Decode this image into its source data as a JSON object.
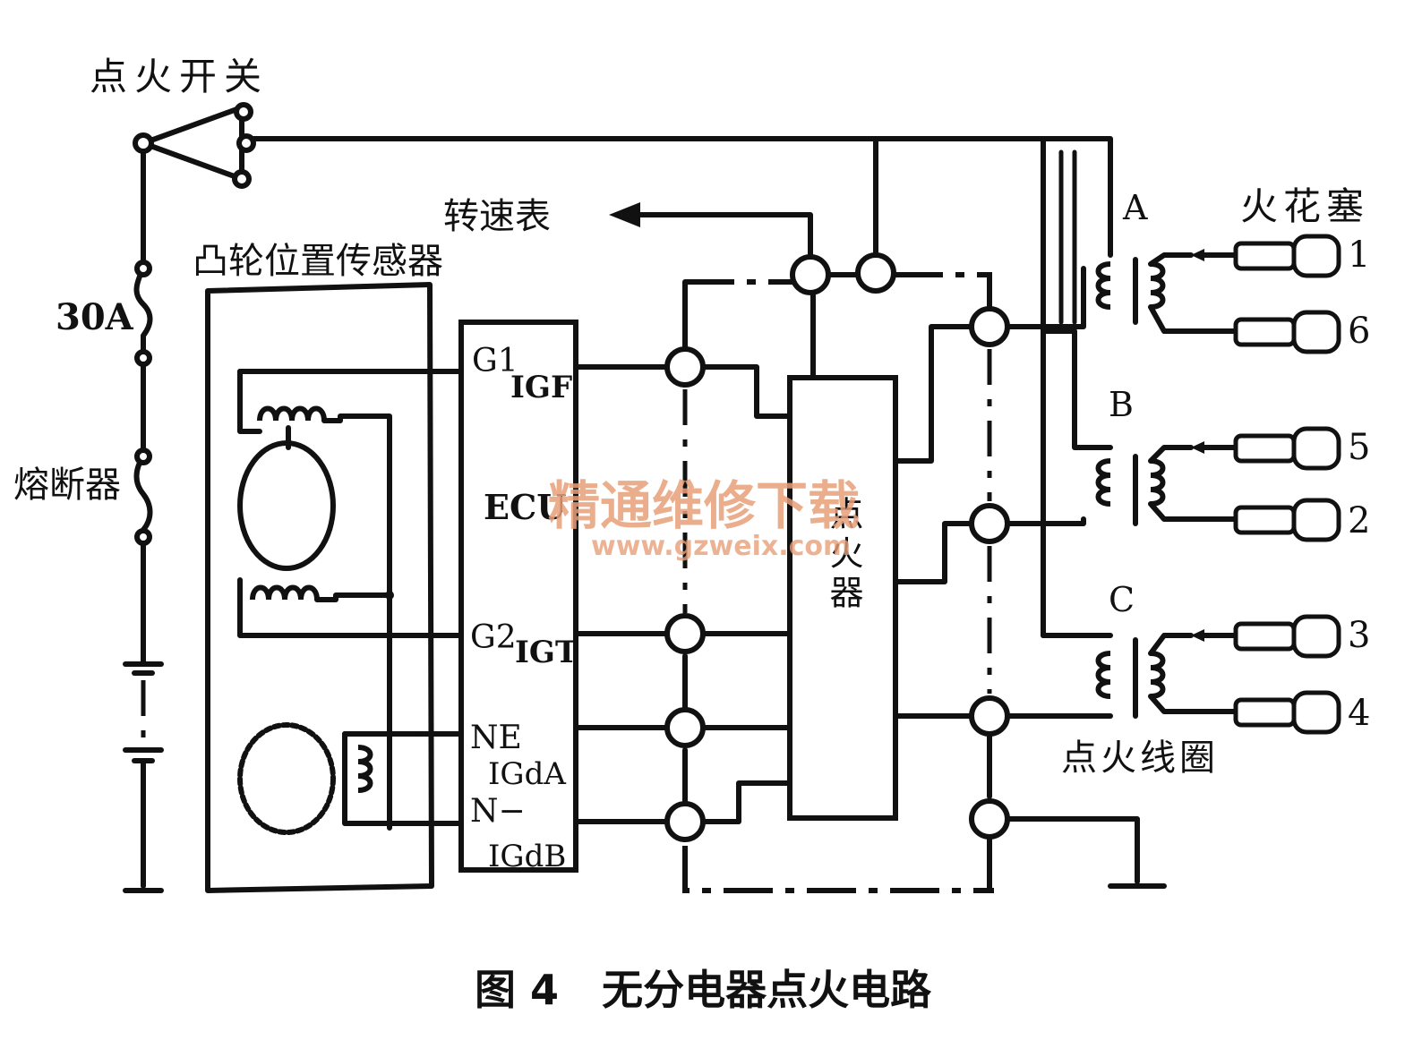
{
  "labels": {
    "ignition_switch": "点火开关",
    "fuse_30a": "30A",
    "fuse": "熔断器",
    "tachometer": "转速表",
    "cam_sensor": "凸轮位置传感器",
    "spark_plug": "火花塞",
    "ignition_coil": "点火线圈",
    "igniter": "点火器",
    "ecu": "ECU",
    "coil_a": "A",
    "coil_b": "B",
    "coil_c": "C"
  },
  "pins": {
    "g1": "G1",
    "igf": "IGF",
    "g2": "G2",
    "igt": "IGT",
    "ne": "NE",
    "igda": "IGdA",
    "n_minus": "N−",
    "igdb": "IGdB"
  },
  "plugs": [
    "1",
    "6",
    "5",
    "2",
    "3",
    "4"
  ],
  "caption": "图 4   无分电器点火电路",
  "watermark": {
    "title": "精通维修下载",
    "url": "www.gzweix.com"
  }
}
